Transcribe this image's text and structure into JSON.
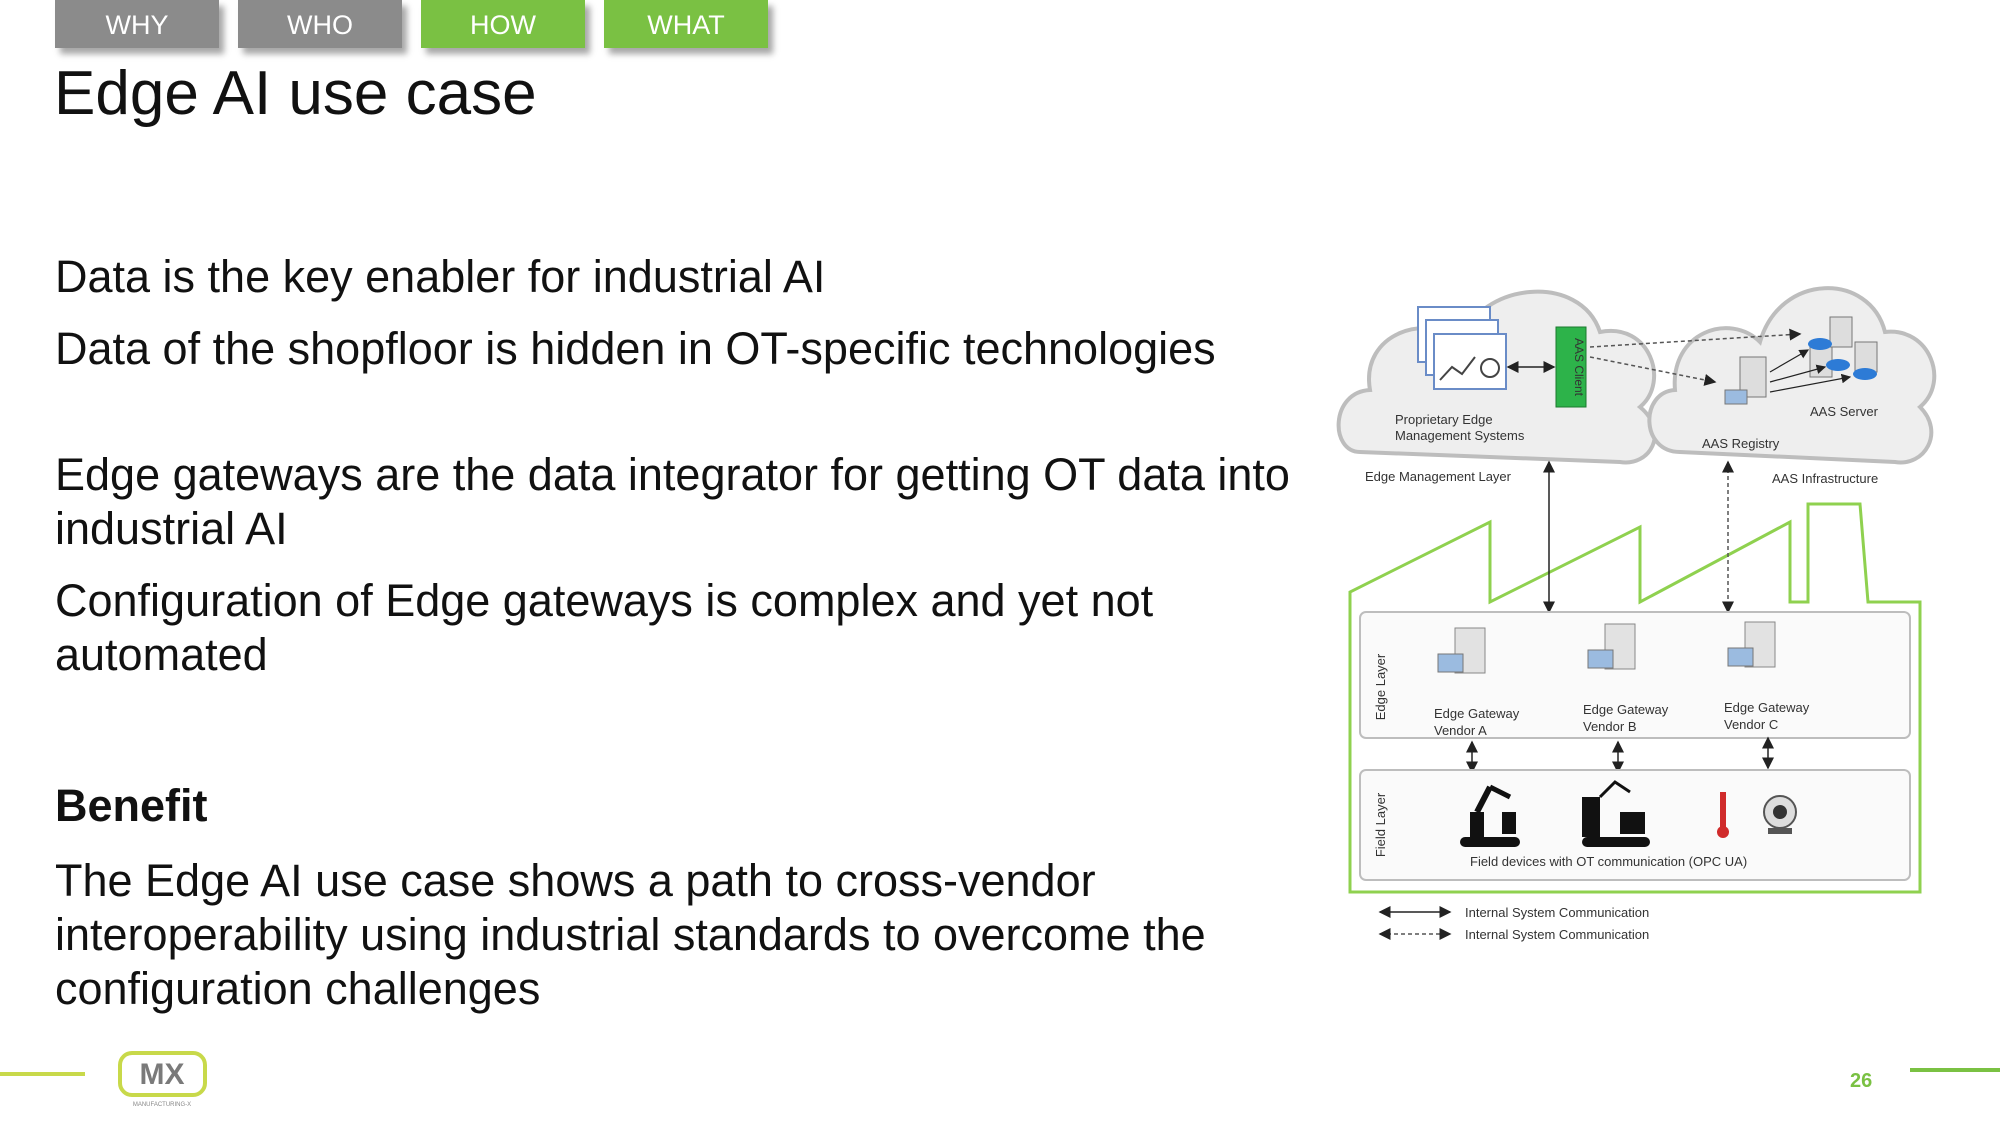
{
  "nav_tabs": [
    {
      "label": "WHY",
      "color": "#8b8b8b"
    },
    {
      "label": "WHO",
      "color": "#8b8b8b"
    },
    {
      "label": "HOW",
      "color": "#7ac143"
    },
    {
      "label": "WHAT",
      "color": "#7ac143"
    }
  ],
  "title": "Edge AI use case",
  "bullets": [
    "Data is the key enabler for industrial AI",
    "Data of the shopfloor is hidden in OT-specific technologies",
    "Edge gateways are the data integrator for getting OT data into industrial AI",
    "Configuration of Edge gateways is complex and yet not automated"
  ],
  "benefit": {
    "heading": "Benefit",
    "text": "The Edge AI use case shows a path to cross-vendor interoperability using industrial standards to overcome the configuration challenges"
  },
  "diagram": {
    "aas_client": "AAS Client",
    "proprietary_systems": [
      "Proprietary Edge",
      "Management Systems"
    ],
    "aas_server": "AAS Server",
    "aas_registry": "AAS Registry",
    "edge_management_layer": "Edge Management Layer",
    "aas_infrastructure": "AAS Infrastructure",
    "edge_layer": "Edge Layer",
    "field_layer": "Field Layer",
    "gateways": [
      {
        "line1": "Edge Gateway",
        "line2": "Vendor A"
      },
      {
        "line1": "Edge Gateway",
        "line2": "Vendor B"
      },
      {
        "line1": "Edge Gateway",
        "line2": "Vendor C"
      }
    ],
    "field_devices": "Field devices with OT communication (OPC UA)",
    "legend": [
      "Internal System Communication",
      "Internal System Communication"
    ],
    "accent_color": "#7ac143"
  },
  "footer": {
    "logo_text": "MX",
    "logo_subtext": "MANUFACTURING-X",
    "page_number": "26"
  }
}
